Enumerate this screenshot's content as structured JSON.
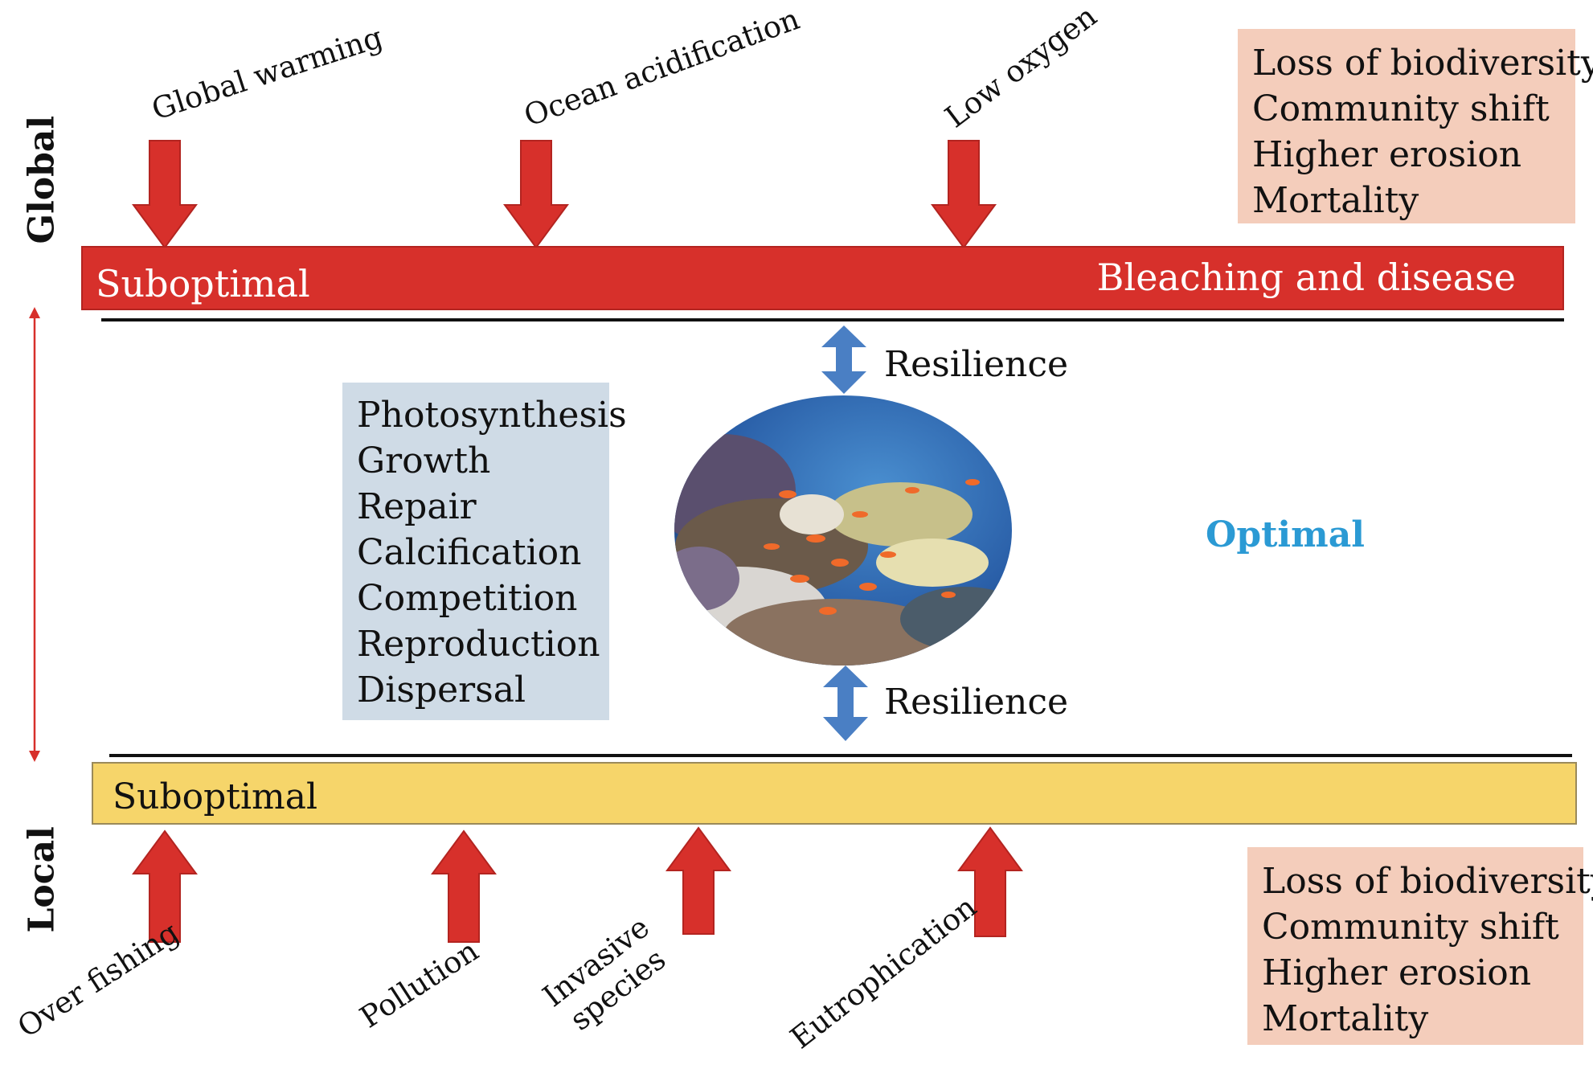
{
  "labels": {
    "global": "Global",
    "local": "Local",
    "optimal": "Optimal",
    "resilience_top": "Resilience",
    "resilience_bottom": "Resilience"
  },
  "top_bar": {
    "left_text": "Suboptimal",
    "right_text": "Bleaching and disease",
    "color": "#d7302b"
  },
  "bottom_bar": {
    "left_text": "Suboptimal",
    "color": "#f6d56a"
  },
  "global_stressors": [
    "Global warming",
    "Ocean acidification",
    "Low oxygen"
  ],
  "local_stressors": [
    "Over fishing",
    "Pollution",
    "Invasive species",
    "Eutrophication"
  ],
  "global_impacts": [
    "Loss of biodiversity",
    "Community shift",
    "Higher erosion",
    "Mortality"
  ],
  "local_impacts": [
    "Loss of biodiversity",
    "Community shift",
    "Higher erosion",
    "Mortality"
  ],
  "processes": [
    "Photosynthesis",
    "Growth",
    "Repair",
    "Calcification",
    "Competition",
    "Reproduction",
    "Dispersal"
  ],
  "colors": {
    "stress_arrow": "#d7302b",
    "resilience_arrow": "#4a7fc4",
    "impact_box": "#f4cdbb",
    "process_box": "#cfdbe6",
    "optimal_text": "#2b9ad4"
  }
}
